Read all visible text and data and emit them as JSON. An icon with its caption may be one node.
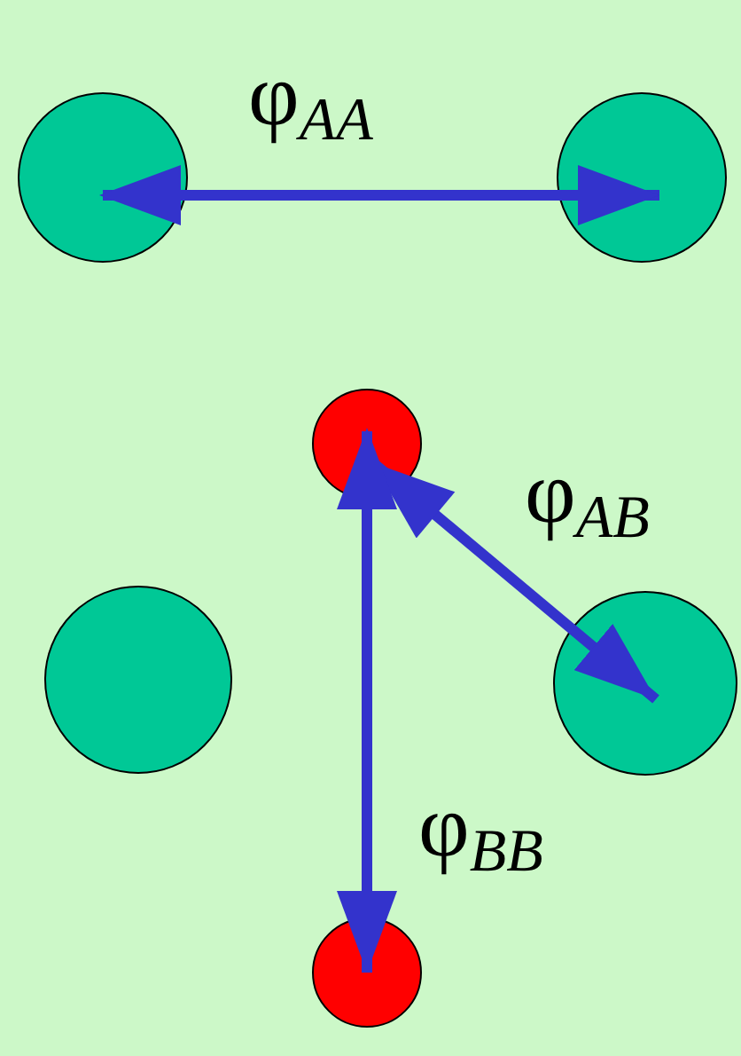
{
  "diagram": {
    "nodes": [
      {
        "text": [],
        "shape": "circle"
      },
      {
        "text": [],
        "shape": "circle"
      },
      {
        "text": [],
        "shape": "circle"
      },
      {
        "text": [],
        "shape": "circle"
      },
      {
        "text": [],
        "shape": "circle"
      },
      {
        "text": [],
        "shape": "circle"
      }
    ],
    "edges": [
      {
        "from": 0,
        "to": 1,
        "arrow": "both",
        "label": "φ$_{AA}$"
      },
      {
        "from": 2,
        "to": 4,
        "arrow": "both",
        "label": "φ$_{AB}$"
      },
      {
        "from": 2,
        "to": 5,
        "arrow": "both",
        "label": "φ$_{BB}$"
      }
    ]
  }
}
